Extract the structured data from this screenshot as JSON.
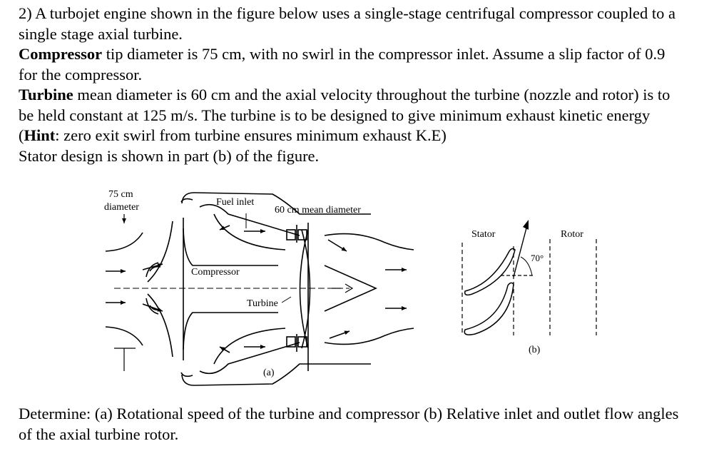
{
  "problem": {
    "number": "2)",
    "line1": "A turbojet engine shown in the figure below uses a single-stage centrifugal compressor coupled to a single stage axial turbine.",
    "compressor_label": "Compressor",
    "compressor_text": "tip diameter is 75 cm, with no swirl in the compressor inlet. Assume a slip factor of 0.9 for the compressor.",
    "turbine_label": "Turbine",
    "turbine_text": "mean diameter is 60 cm and the axial velocity throughout the turbine (nozzle and rotor) is to be held constant at 125 m/s. The turbine is to be designed to give minimum exhaust kinetic energy (",
    "hint_label": "Hint",
    "hint_text": ": zero exit swirl from turbine ensures minimum exhaust K.E)",
    "stator_line": "Stator design is shown in part (b) of the figure."
  },
  "figure_a": {
    "diameter_label_1": "75 cm",
    "diameter_label_2": "diameter",
    "fuel_inlet": "Fuel inlet",
    "mean_diameter": "60 cm mean diameter",
    "compressor": "Compressor",
    "turbine": "Turbine",
    "caption": "(a)"
  },
  "figure_b": {
    "stator": "Stator",
    "rotor": "Rotor",
    "angle": "70°",
    "caption": "(b)"
  },
  "question": {
    "text": "Determine: (a) Rotational speed of the turbine and compressor (b) Relative inlet and outlet flow angles of the axial turbine rotor."
  }
}
